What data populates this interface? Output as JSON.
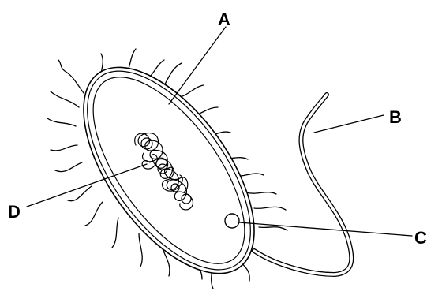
{
  "labels": {
    "a": "A",
    "b": "B",
    "c": "C",
    "d": "D"
  },
  "colors": {
    "ink": "#000000",
    "background": "#ffffff"
  }
}
